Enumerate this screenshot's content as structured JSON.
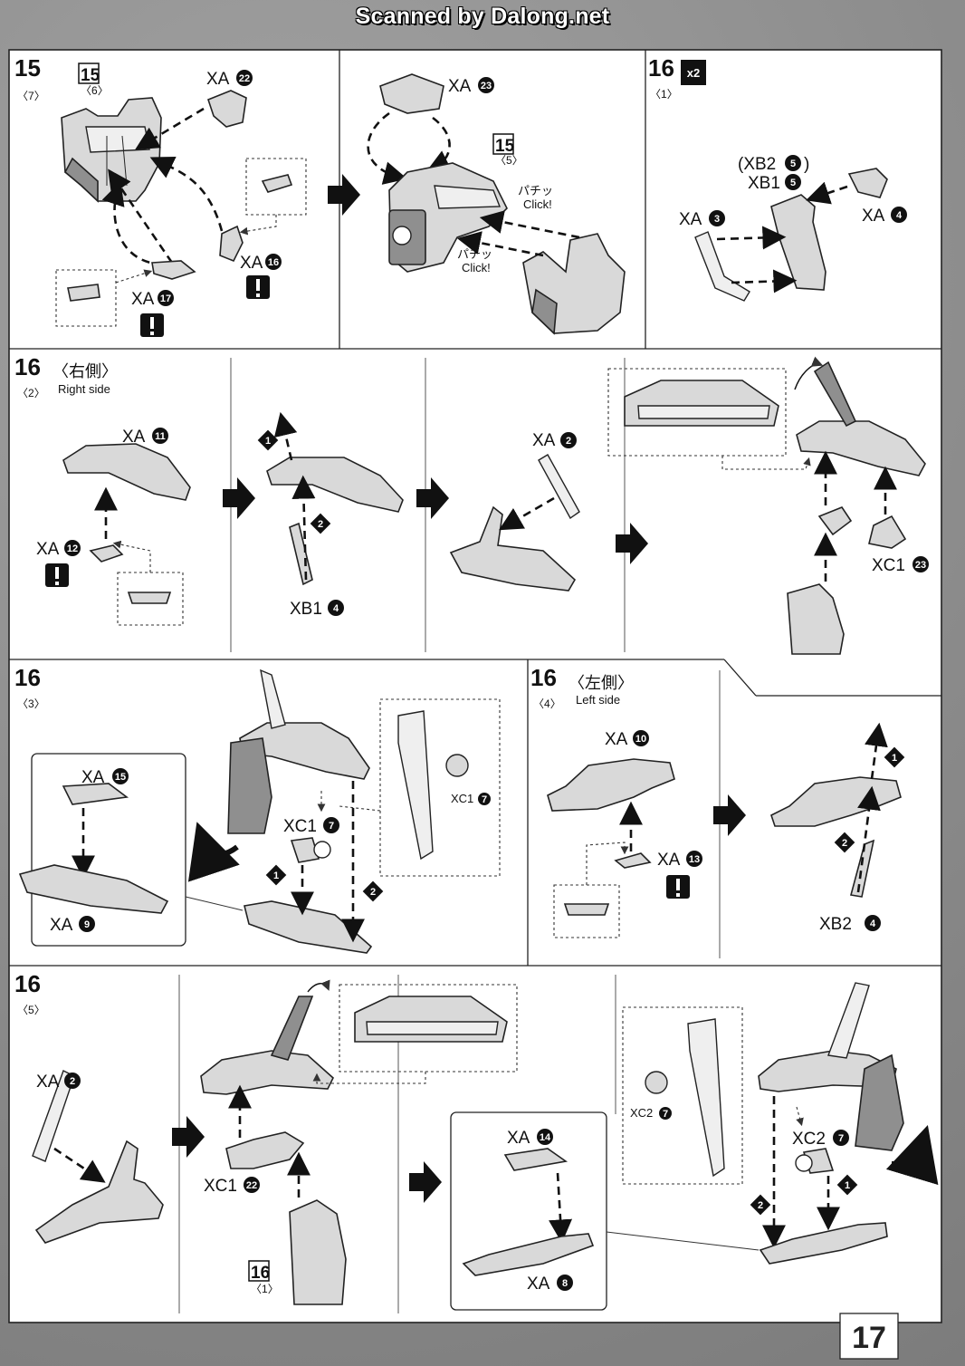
{
  "scan_banner": "Scanned by Dalong.net",
  "page_number": "17",
  "steps": {
    "s15": {
      "number": "15",
      "sub": "7",
      "ref_step": "15",
      "ref_sub_a": "6",
      "ref_sub_b": "5",
      "parts": {
        "xa22": "XA",
        "xa23": "XA",
        "xa16": "XA",
        "xa17": "XA"
      },
      "part_nums": {
        "xa22": "22",
        "xa23": "23",
        "xa16": "16",
        "xa17": "17"
      },
      "click_text": "Click!",
      "click_jp": "パチッ"
    },
    "s16_1": {
      "number": "16",
      "sub": "1",
      "multiplier": "x2",
      "parts": {
        "xb2": "(XB2",
        "xb2_close": ")",
        "xb1": "XB1",
        "xa3": "XA",
        "xa4": "XA"
      },
      "part_nums": {
        "xb2": "5",
        "xb1": "5",
        "xa3": "3",
        "xa4": "4"
      }
    },
    "s16_2": {
      "number": "16",
      "sub": "2",
      "side_jp": "〈右側〉",
      "side_en": "Right side",
      "parts": {
        "xa11": "XA",
        "xa12": "XA",
        "xb1_4": "XB1",
        "xa2": "XA",
        "xc1_23": "XC1"
      },
      "part_nums": {
        "xa11": "11",
        "xa12": "12",
        "xb1_4": "4",
        "xa2": "2",
        "xc1_23": "23"
      },
      "order": [
        "1",
        "2"
      ]
    },
    "s16_3": {
      "number": "16",
      "sub": "3",
      "parts": {
        "xa15": "XA",
        "xa9": "XA",
        "xc1_7": "XC1",
        "xc1_7_detail": "XC1"
      },
      "part_nums": {
        "xa15": "15",
        "xa9": "9",
        "xc1_7": "7",
        "xc1_7_detail": "7"
      },
      "order": [
        "1",
        "2"
      ]
    },
    "s16_4": {
      "number": "16",
      "sub": "4",
      "side_jp": "〈左側〉",
      "side_en": "Left side",
      "parts": {
        "xa10": "XA",
        "xa13": "XA",
        "xb2_4": "XB2"
      },
      "part_nums": {
        "xa10": "10",
        "xa13": "13",
        "xb2_4": "4"
      },
      "order": [
        "1",
        "2"
      ]
    },
    "s16_5": {
      "number": "16",
      "sub": "5",
      "ref_step": "16",
      "ref_sub": "1",
      "parts": {
        "xa2": "XA",
        "xc1_22": "XC1",
        "xa14": "XA",
        "xa8": "XA",
        "xc2_7": "XC2",
        "xc2_7_detail": "XC2"
      },
      "part_nums": {
        "xa2": "2",
        "xc1_22": "22",
        "xa14": "14",
        "xa8": "8",
        "xc2_7": "7",
        "xc2_7_detail": "7"
      },
      "order": [
        "1",
        "2"
      ]
    }
  },
  "icons": [
    "caution-icon",
    "next-step-arrow-icon",
    "rotate-arrow-icon",
    "order-diamond-icon"
  ],
  "colors": {
    "background": "#8e8e8e",
    "sheet": "#ffffff",
    "ink": "#111111",
    "part_fill": "#d9d9d9",
    "part_dark": "#8f8f8f"
  }
}
